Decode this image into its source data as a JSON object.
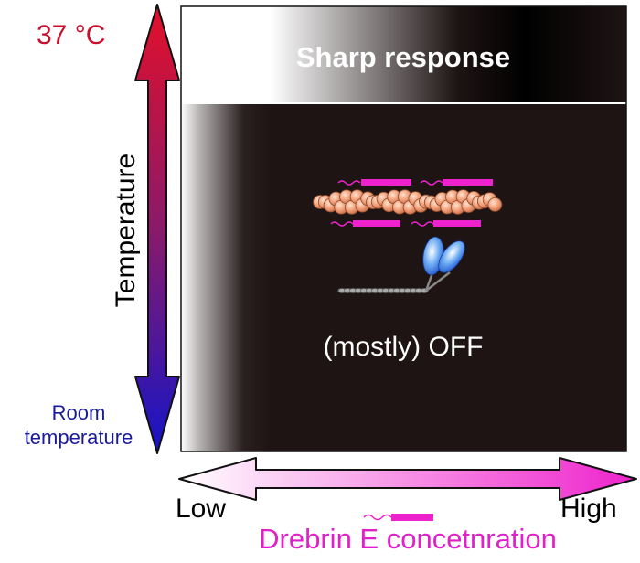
{
  "labels": {
    "temp_high": "37 °C",
    "temp_low_line1": "Room",
    "temp_low_line2": "temperature",
    "y_axis": "Temperature",
    "sharp_response": "Sharp response",
    "state": "(mostly) OFF",
    "x_low": "Low",
    "x_high": "High",
    "x_axis": "Drebrin E concetnration"
  },
  "colors": {
    "temp_hot": "#e2102a",
    "temp_cold": "#1414c8",
    "drebrin": "#ee22cc",
    "panel_dark": "#1e1414",
    "actin_bead": "#f2a07a",
    "myosin_head": "#5aa0f0"
  }
}
